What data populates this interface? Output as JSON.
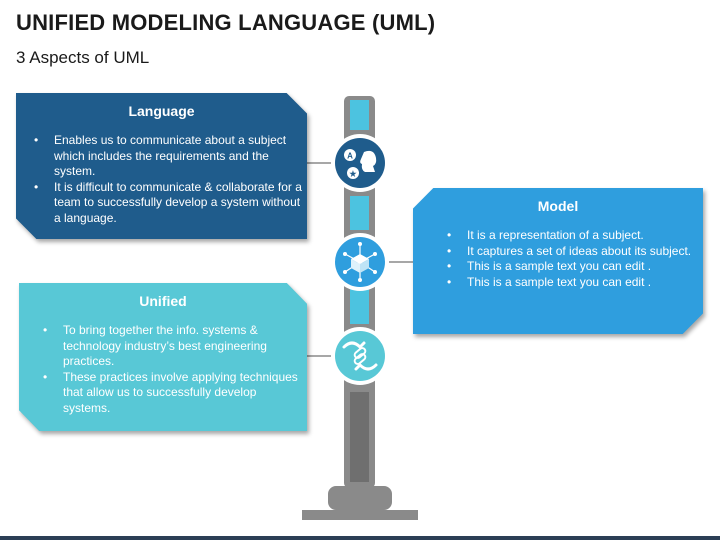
{
  "title": "UNIFIED MODELING LANGUAGE (UML)",
  "subtitle": "3 Aspects of UML",
  "cards": {
    "language": {
      "heading": "Language",
      "bullets": [
        "Enables us to communicate about a subject which includes the requirements and the system.",
        "It is difficult to communicate & collaborate for a team to successfully develop a system without a language."
      ],
      "color": "#1f5c8c",
      "icon": "communication-heads-icon"
    },
    "model": {
      "heading": "Model",
      "bullets": [
        "It is a representation of a subject.",
        "It captures a set of ideas about its subject.",
        "This is a sample text you can edit .",
        "This is a sample text you can edit ."
      ],
      "color": "#2f9ede",
      "icon": "cube-network-icon"
    },
    "unified": {
      "heading": "Unified",
      "bullets": [
        "To bring together the info. systems & technology industry’s best engineering practices.",
        "These practices involve applying techniques that allow us to successfully develop systems."
      ],
      "color": "#58c8d6",
      "icon": "linked-hands-icon"
    }
  },
  "pole": {
    "colors": {
      "gray": "#8a8a8a",
      "light_blue": "#4cc3e0",
      "mid_blue": "#2f9ede",
      "dark_blue": "#1f5c8c"
    }
  }
}
